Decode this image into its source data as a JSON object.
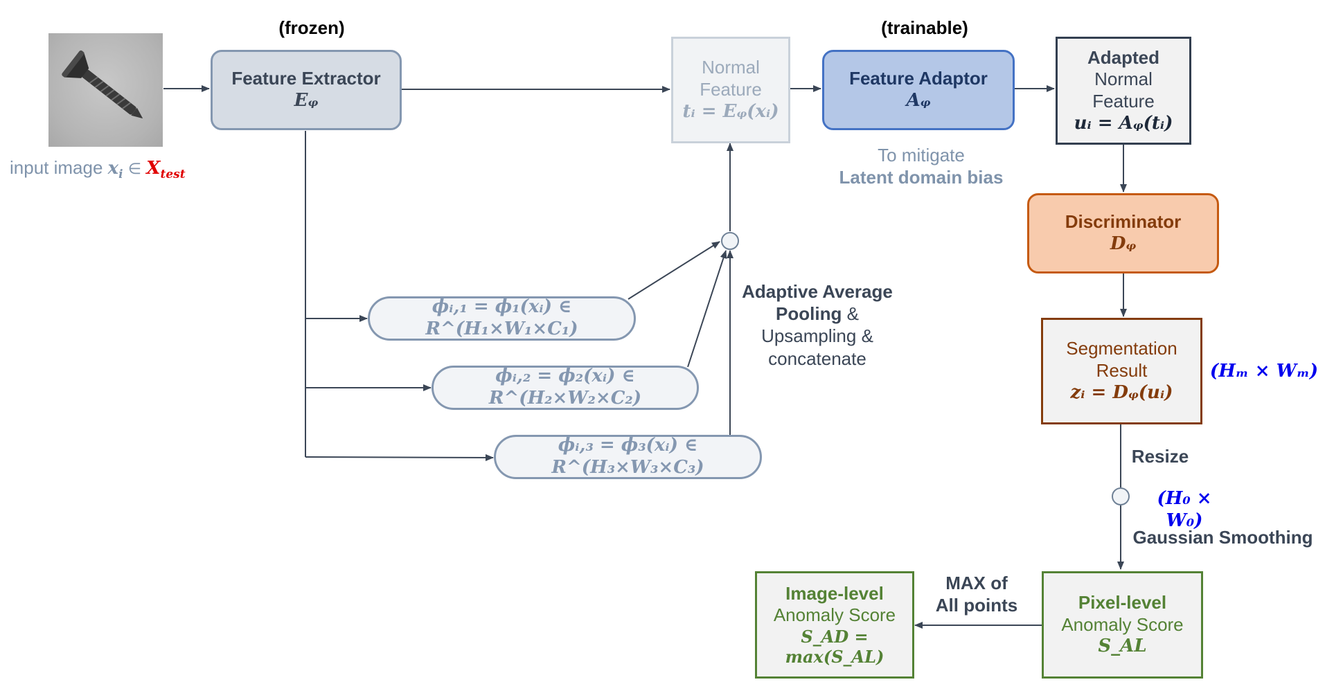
{
  "labels": {
    "frozen": "(frozen)",
    "trainable": "(trainable)",
    "input_prefix": "input image",
    "input_var": "x",
    "input_var_sub": "i",
    "input_in": "∈",
    "input_set": "X",
    "input_set_sub": "test",
    "mitigate_line1": "To mitigate",
    "mitigate_line2": "Latent domain bias",
    "pool_line1": "Adaptive Average",
    "pool_line2a": "Pooling",
    "pool_amp": "&",
    "pool_line3": "Upsampling &",
    "pool_line4": "concatenate",
    "size_m": "(Hₘ × Wₘ)",
    "resize": "Resize",
    "size_0": "(H₀ × W₀)",
    "gaussian": "Gaussian Smoothing",
    "max_line1": "MAX of",
    "max_line2": "All points"
  },
  "boxes": {
    "feature_extractor": {
      "title": "Feature Extractor",
      "formula": "Eᵩ"
    },
    "normal_feature": {
      "line1": "Normal",
      "line2": "Feature",
      "formula": "tᵢ = Eᵩ(xᵢ)"
    },
    "feature_adaptor": {
      "title": "Feature Adaptor",
      "formula": "Aᵩ"
    },
    "adapted": {
      "line1": "Adapted",
      "line2": "Normal",
      "line3": "Feature",
      "formula": "uᵢ = Aᵩ(tᵢ)"
    },
    "discriminator": {
      "title": "Discriminator",
      "formula": "Dᵩ"
    },
    "segmentation": {
      "line1": "Segmentation",
      "line2": "Result",
      "formula": "zᵢ = Dᵩ(uᵢ)"
    },
    "pixel_level": {
      "line1": "Pixel-level",
      "line2": "Anomaly Score",
      "formula": "S_AL"
    },
    "image_level": {
      "line1": "Image-level",
      "line2": "Anomaly Score",
      "formula": "S_AD = max(S_AL)"
    }
  },
  "features": [
    "ϕᵢ,₁ = ϕ₁(xᵢ) ∈ R^(H₁×W₁×C₁)",
    "ϕᵢ,₂ = ϕ₂(xᵢ) ∈ R^(H₂×W₂×C₂)",
    "ϕᵢ,₃ = ϕ₃(xᵢ) ∈ R^(H₃×W₃×C₃)"
  ],
  "colors": {
    "arrow": "#3b4656",
    "extractor_fill": "#d6dce4",
    "adaptor_fill": "#b4c7e7",
    "adaptor_border": "#4472c4",
    "disc_fill": "#f8cbad",
    "disc_border": "#c55a11",
    "seg_border": "#843c0c",
    "score_border": "#548235",
    "accent_red": "#e00000",
    "accent_blue": "#0000ee"
  }
}
